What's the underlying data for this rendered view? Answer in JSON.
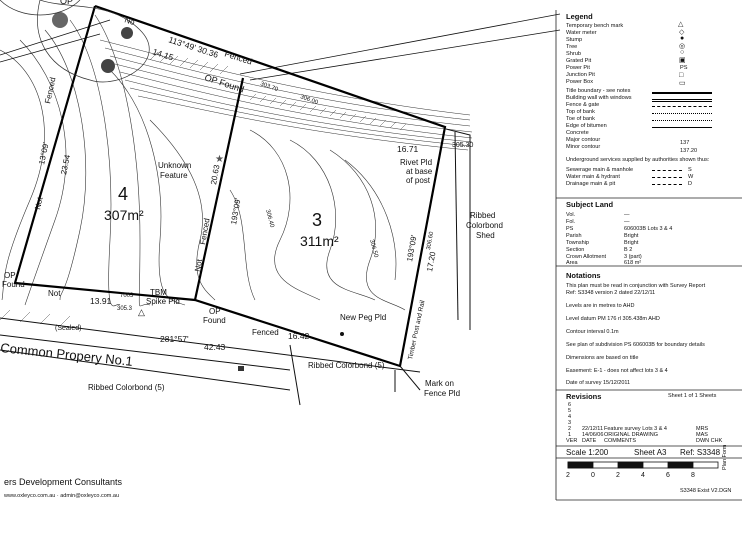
{
  "lots": [
    {
      "number": "4",
      "area": "307m²"
    },
    {
      "number": "3",
      "area": "311m²"
    }
  ],
  "plan_labels": {
    "op_found_top": "OP",
    "op_found_mid": "OP Found",
    "op_found_left_1": "OP",
    "op_found_left_2": "Found",
    "op_found_bottom_1": "OP",
    "op_found_bottom_2": "Found",
    "no": "No",
    "fenced_top": "Fenced",
    "fenced_left": "Fenced",
    "fenced_mid": "Fenced",
    "fenced_bottom": "Fenced",
    "not_left": "Not",
    "not_bottom": "Not",
    "not_mid": "Not",
    "unknown_feature_1": "Unknown",
    "unknown_feature_2": "Feature",
    "rivet_1": "Rivet Pld",
    "rivet_2": "at base",
    "rivet_3": "of post",
    "ribbed_shed_1": "Ribbed",
    "ribbed_shed_2": "Colorbond",
    "ribbed_shed_3": "Shed",
    "tbm_1": "TBM",
    "tbm_2": "Spike Pld",
    "new_peg": "New Peg Pld",
    "ribbed_bottom_left": "Ribbed Colorbond (5)",
    "ribbed_bottom_right": "Ribbed Colorbond (5)",
    "mark_fence_1": "Mark on",
    "mark_fence_2": "Fence Pld",
    "sealed": "(Sealed)",
    "common_property": "Common Propery No.1",
    "timber_post": "Timber Post and Rail",
    "consultant": "ers Development Consultants",
    "contact": "www.oxleyco.com.au · admin@oxleyco.com.au"
  },
  "dimensions": {
    "b_top": "113°49' 30.36",
    "d_14_15": "14.15",
    "d_16_71": "16.71",
    "d_305_30": "305.30",
    "b_left": "13°09'",
    "d_23_54": "23.54",
    "d_20_63": "20.63",
    "b_mid": "193°09'",
    "b_right": "193°09'",
    "d_17_20": "17.20",
    "d_13_91": "13.91",
    "d_7003": "7003",
    "d_305_3": "305.3",
    "b_bottom": "281°57'",
    "d_42_43": "42.43",
    "d_16_42": "16.42",
    "c_306_40": "306.40",
    "c_306_50": "306.50",
    "c_306_60": "306.60",
    "c_303_70": "303.70",
    "c_306_00": "306.00"
  },
  "legend": {
    "title": "Legend",
    "items": [
      "Temporary bench mark",
      "Water meter",
      "Stump",
      "Tree",
      "Shrub",
      "Grated Pit",
      "Power Pit",
      "Junction Pit",
      "Power Box",
      "Title boundary - see notes",
      "Building wall with windows",
      "Fence & gate",
      "Top of bank",
      "Toe of bank",
      "Edge of bitumen",
      "Concrete",
      "Major contour",
      "Minor contour"
    ],
    "contour_major": "137",
    "contour_minor": "137.20",
    "underground_note": "Underground services supplied by authorities shown thus:",
    "services": [
      "Sewerage main & manhole",
      "Water main & hydrant",
      "Drainage main & pit"
    ],
    "service_codes": [
      "S",
      "W",
      "D"
    ],
    "ps_code": "PS"
  },
  "subject_land": {
    "title": "Subject Land",
    "rows": [
      {
        "k": "Vol.",
        "v": "—"
      },
      {
        "k": "Fol.",
        "v": "—"
      },
      {
        "k": "PS",
        "v": "606003B Lots 3 & 4"
      },
      {
        "k": "Parish",
        "v": "Bright"
      },
      {
        "k": "Township",
        "v": "Bright"
      },
      {
        "k": "Section",
        "v": "B 2"
      },
      {
        "k": "Crown Allotment",
        "v": "3 (part)"
      },
      {
        "k": "Area",
        "v": "618 m²"
      }
    ]
  },
  "notations": {
    "title": "Notations",
    "lines": [
      "This plan must be read in conjunction with Survey Report",
      "Ref: S3348 version 2 dated 22/12/11",
      "Levels are in metres to AHD",
      "Level datum PM 176 rl 305.438m AHD",
      "Contour interval 0.1m",
      "See plan of subdivision PS 606003B for boundary details",
      "Dimensions are based on title",
      "Easement: E-1 - does not affect lots 3 & 4",
      "Date of survey 15/12/2011"
    ]
  },
  "revisions": {
    "title": "Revisions",
    "sheet": "Sheet 1 of 1 Sheets",
    "rows": [
      {
        "no": "6",
        "date": "",
        "desc": "",
        "by": ""
      },
      {
        "no": "5",
        "date": "",
        "desc": "",
        "by": ""
      },
      {
        "no": "4",
        "date": "",
        "desc": "",
        "by": ""
      },
      {
        "no": "3",
        "date": "",
        "desc": "",
        "by": ""
      },
      {
        "no": "2",
        "date": "22/12/11",
        "desc": "Feature survey Lots 3 & 4",
        "by": "MRS"
      },
      {
        "no": "1",
        "date": "14/06/06",
        "desc": "ORIGINAL DRAWING",
        "by": "MAS"
      }
    ],
    "header": {
      "no": "VER",
      "date": "DATE",
      "desc": "COMMENTS",
      "by": "DWN  CHK"
    }
  },
  "scale": {
    "label": "Scale 1:200",
    "sheet": "Sheet A3",
    "ref": "Ref: S3348",
    "ticks": [
      "2",
      "0",
      "2",
      "4",
      "6",
      "8"
    ],
    "file": "S3348 Exist V2.DGN",
    "plan_form": "Plan Form"
  },
  "colors": {
    "ink": "#111111",
    "paper": "#ffffff",
    "hatch": "#555555"
  }
}
